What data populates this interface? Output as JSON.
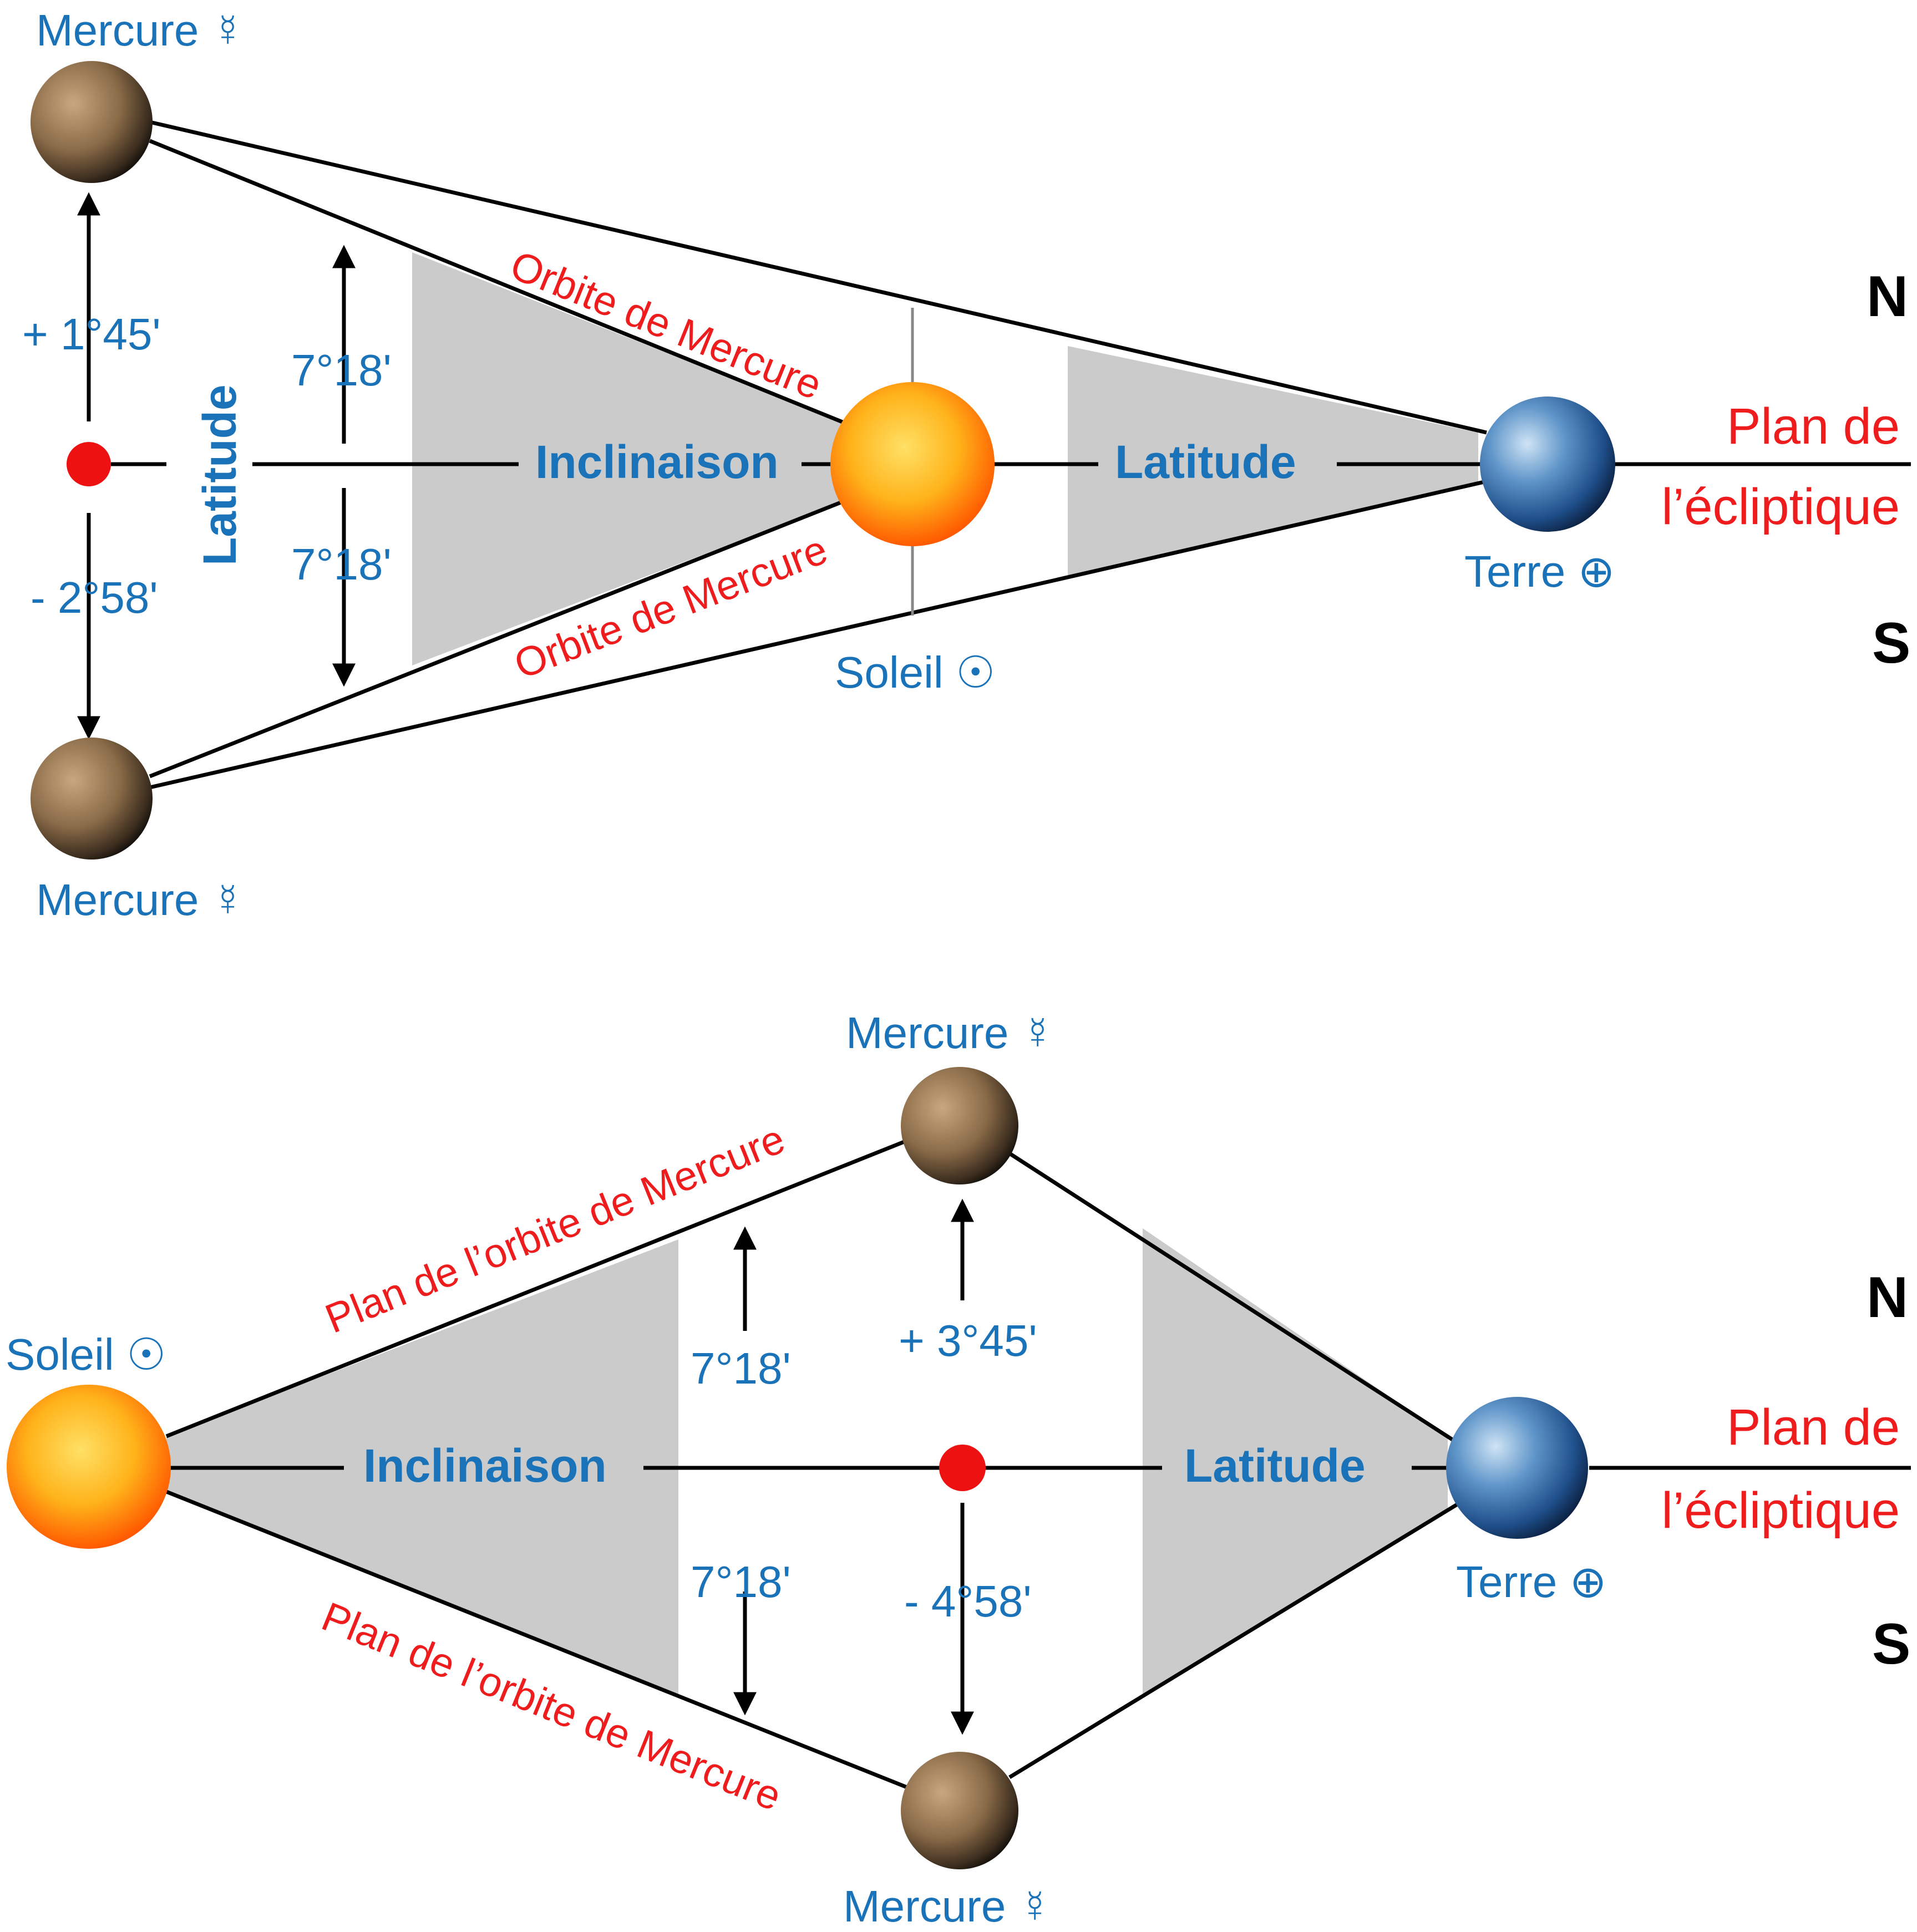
{
  "top": {
    "mercury_top_label": "Mercure ☿",
    "mercury_bottom_label": "Mercure ☿",
    "sun_label": "Soleil ☉",
    "earth_label": "Terre ⊕",
    "orbit_upper_label": "Orbite de Mercure",
    "orbit_lower_label": "Orbite de Mercure",
    "lat_plus": "+ 1°45'",
    "lat_minus": "- 2°58'",
    "latitude_vertical": "Latitude",
    "incl_upper": "7°18'",
    "incl_lower": "7°18'",
    "inclinaison": "Inclinaison",
    "latitude": "Latitude",
    "north": "N",
    "south": "S",
    "plan_line1": "Plan de",
    "plan_line2": "l’écliptique"
  },
  "bottom": {
    "mercury_top_label": "Mercure ☿",
    "mercury_bottom_label": "Mercure ☿",
    "sun_label": "Soleil ☉",
    "earth_label": "Terre ⊕",
    "orbit_upper_label": "Plan de l’orbite de Mercure",
    "orbit_lower_label": "Plan de l’orbite de Mercure",
    "incl_upper": "7°18'",
    "incl_lower": "7°18'",
    "lat_plus": "+ 3°45'",
    "lat_minus": "- 4°58'",
    "inclinaison": "Inclinaison",
    "latitude": "Latitude",
    "north": "N",
    "south": "S",
    "plan_line1": "Plan de",
    "plan_line2": "l’écliptique"
  },
  "colors": {
    "label_blue": "#1a73b8",
    "orbit_red": "#ee1c1c",
    "shade_grey": "#cbcbcb",
    "node_red": "#ee1111"
  }
}
